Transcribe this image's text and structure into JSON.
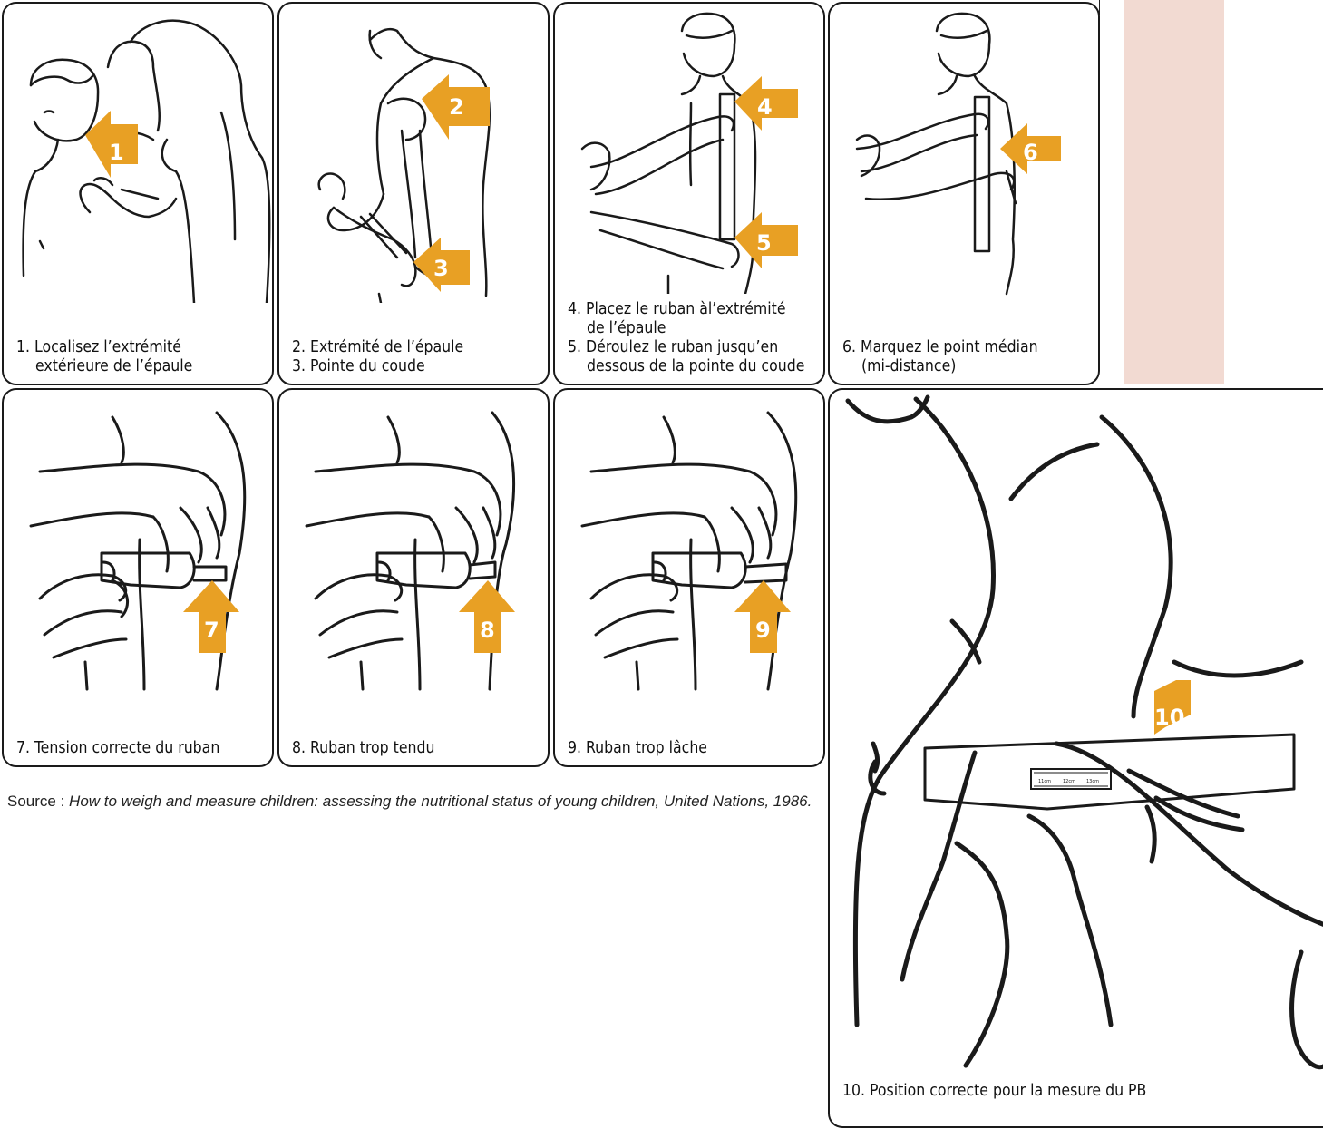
{
  "colors": {
    "accent": "#e8a024",
    "ink": "#1a1a1a",
    "band": "#f2dad2"
  },
  "panels": [
    {
      "arrows": [
        "1"
      ],
      "caption": [
        {
          "text": "1. Localisez l’extrémité",
          "indent": false
        },
        {
          "text": "extérieure de l’épaule",
          "indent": true
        }
      ]
    },
    {
      "arrows": [
        "2",
        "3"
      ],
      "caption": [
        {
          "text": "2. Extrémité de l’épaule",
          "indent": false
        },
        {
          "text": "3. Pointe du coude",
          "indent": false
        }
      ]
    },
    {
      "arrows": [
        "4",
        "5"
      ],
      "caption": [
        {
          "text": "4. Placez le ruban àl’extrémité",
          "indent": false
        },
        {
          "text": "de l’épaule",
          "indent": true
        },
        {
          "text": "5. Déroulez le ruban jusqu’en",
          "indent": false
        },
        {
          "text": "dessous de la pointe du coude",
          "indent": true
        }
      ]
    },
    {
      "arrows": [
        "6"
      ],
      "caption": [
        {
          "text": "6. Marquez le point médian",
          "indent": false
        },
        {
          "text": "(mi-distance)",
          "indent": true
        }
      ]
    },
    {
      "arrows": [
        "7"
      ],
      "caption": [
        {
          "text": "7. Tension correcte du ruban",
          "indent": false
        }
      ]
    },
    {
      "arrows": [
        "8"
      ],
      "caption": [
        {
          "text": "8. Ruban trop tendu",
          "indent": false
        }
      ]
    },
    {
      "arrows": [
        "9"
      ],
      "caption": [
        {
          "text": "9. Ruban trop lâche",
          "indent": false
        }
      ]
    },
    {
      "arrows": [
        "10"
      ],
      "caption": [
        {
          "text": "10. Position correcte pour la mesure du PB",
          "indent": false
        }
      ],
      "tape_ticks": [
        "11cm",
        "12cm",
        "13cm"
      ]
    }
  ],
  "source": {
    "prefix": "Source : ",
    "title": "How to weigh and measure children: assessing the nutritional status of young children, United Nations, 1986."
  }
}
